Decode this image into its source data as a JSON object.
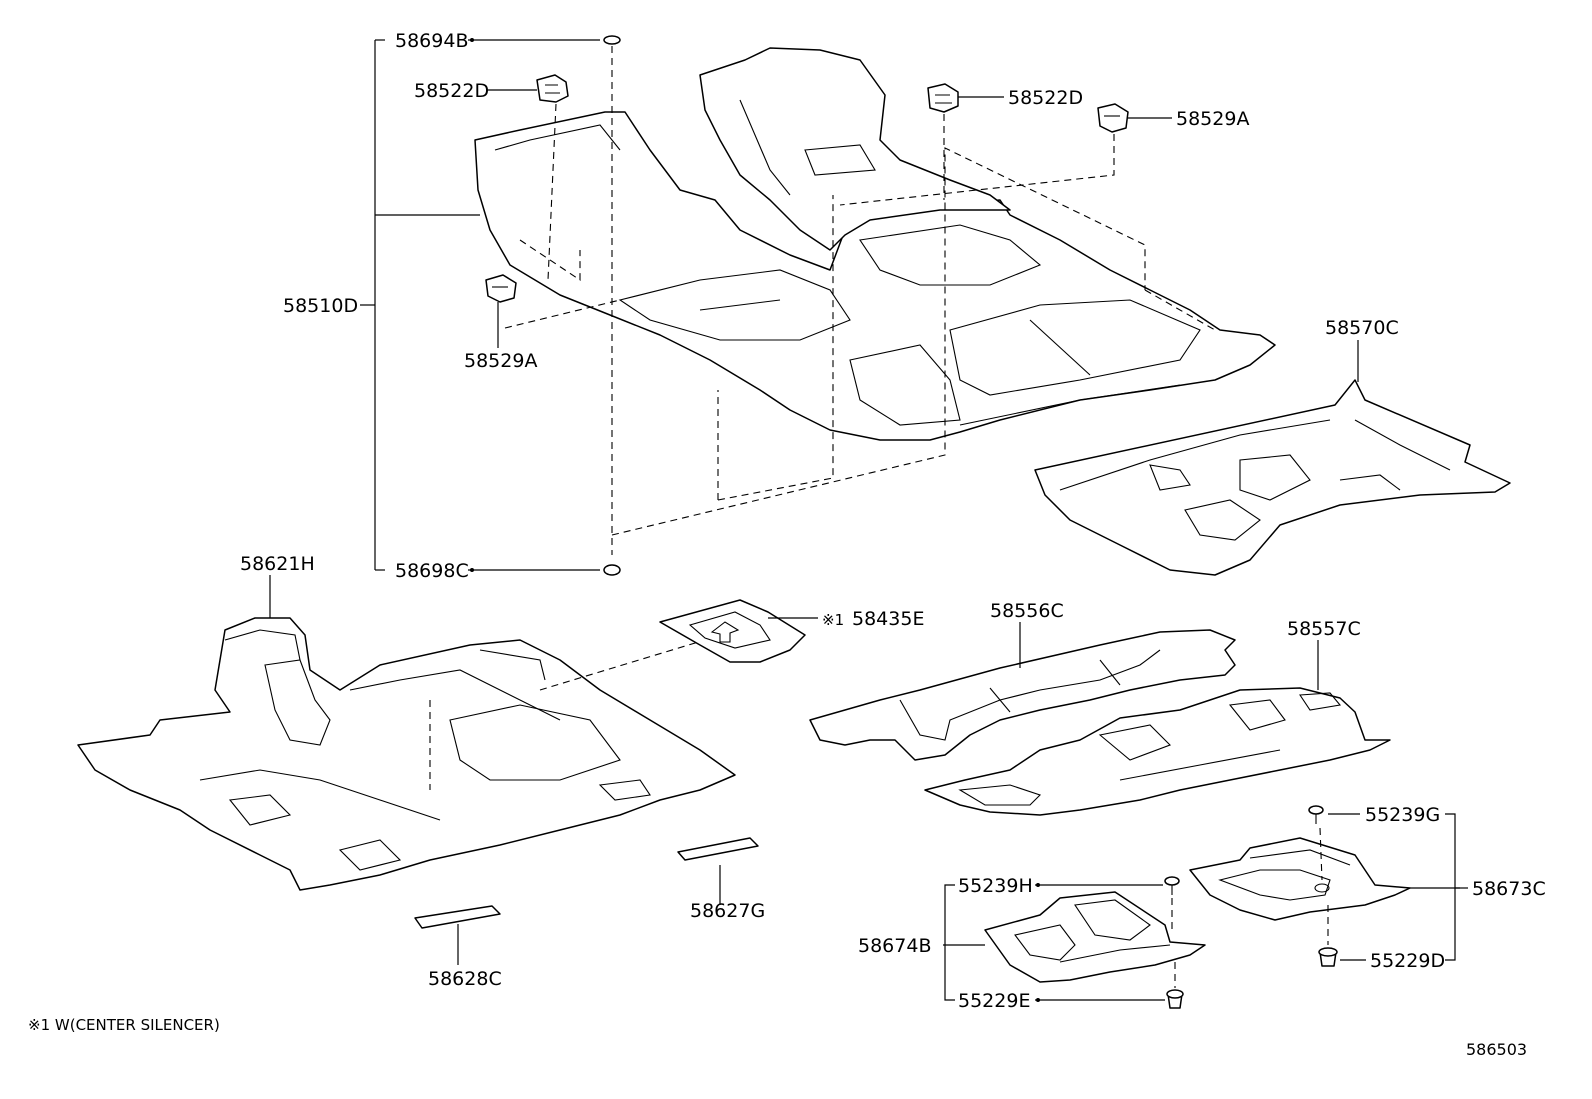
{
  "labels": {
    "p58694B": "58694B",
    "p58522D_left": "58522D",
    "p58522D_right": "58522D",
    "p58529A_right": "58529A",
    "p58529A_left": "58529A",
    "p58510D": "58510D",
    "p58570C": "58570C",
    "p58698C": "58698C",
    "p58621H": "58621H",
    "p58435E": "58435E",
    "p58556C": "58556C",
    "p58557C": "58557C",
    "p55239G": "55239G",
    "p58673C": "58673C",
    "p55229D": "55229D",
    "p55239H": "55239H",
    "p58674B": "58674B",
    "p55229E": "55229E",
    "p58627G": "58627G",
    "p58628C": "58628C"
  },
  "note_mark": "※1",
  "footnote": "※1 W(CENTER SILENCER)",
  "diagram_ref": "586503"
}
